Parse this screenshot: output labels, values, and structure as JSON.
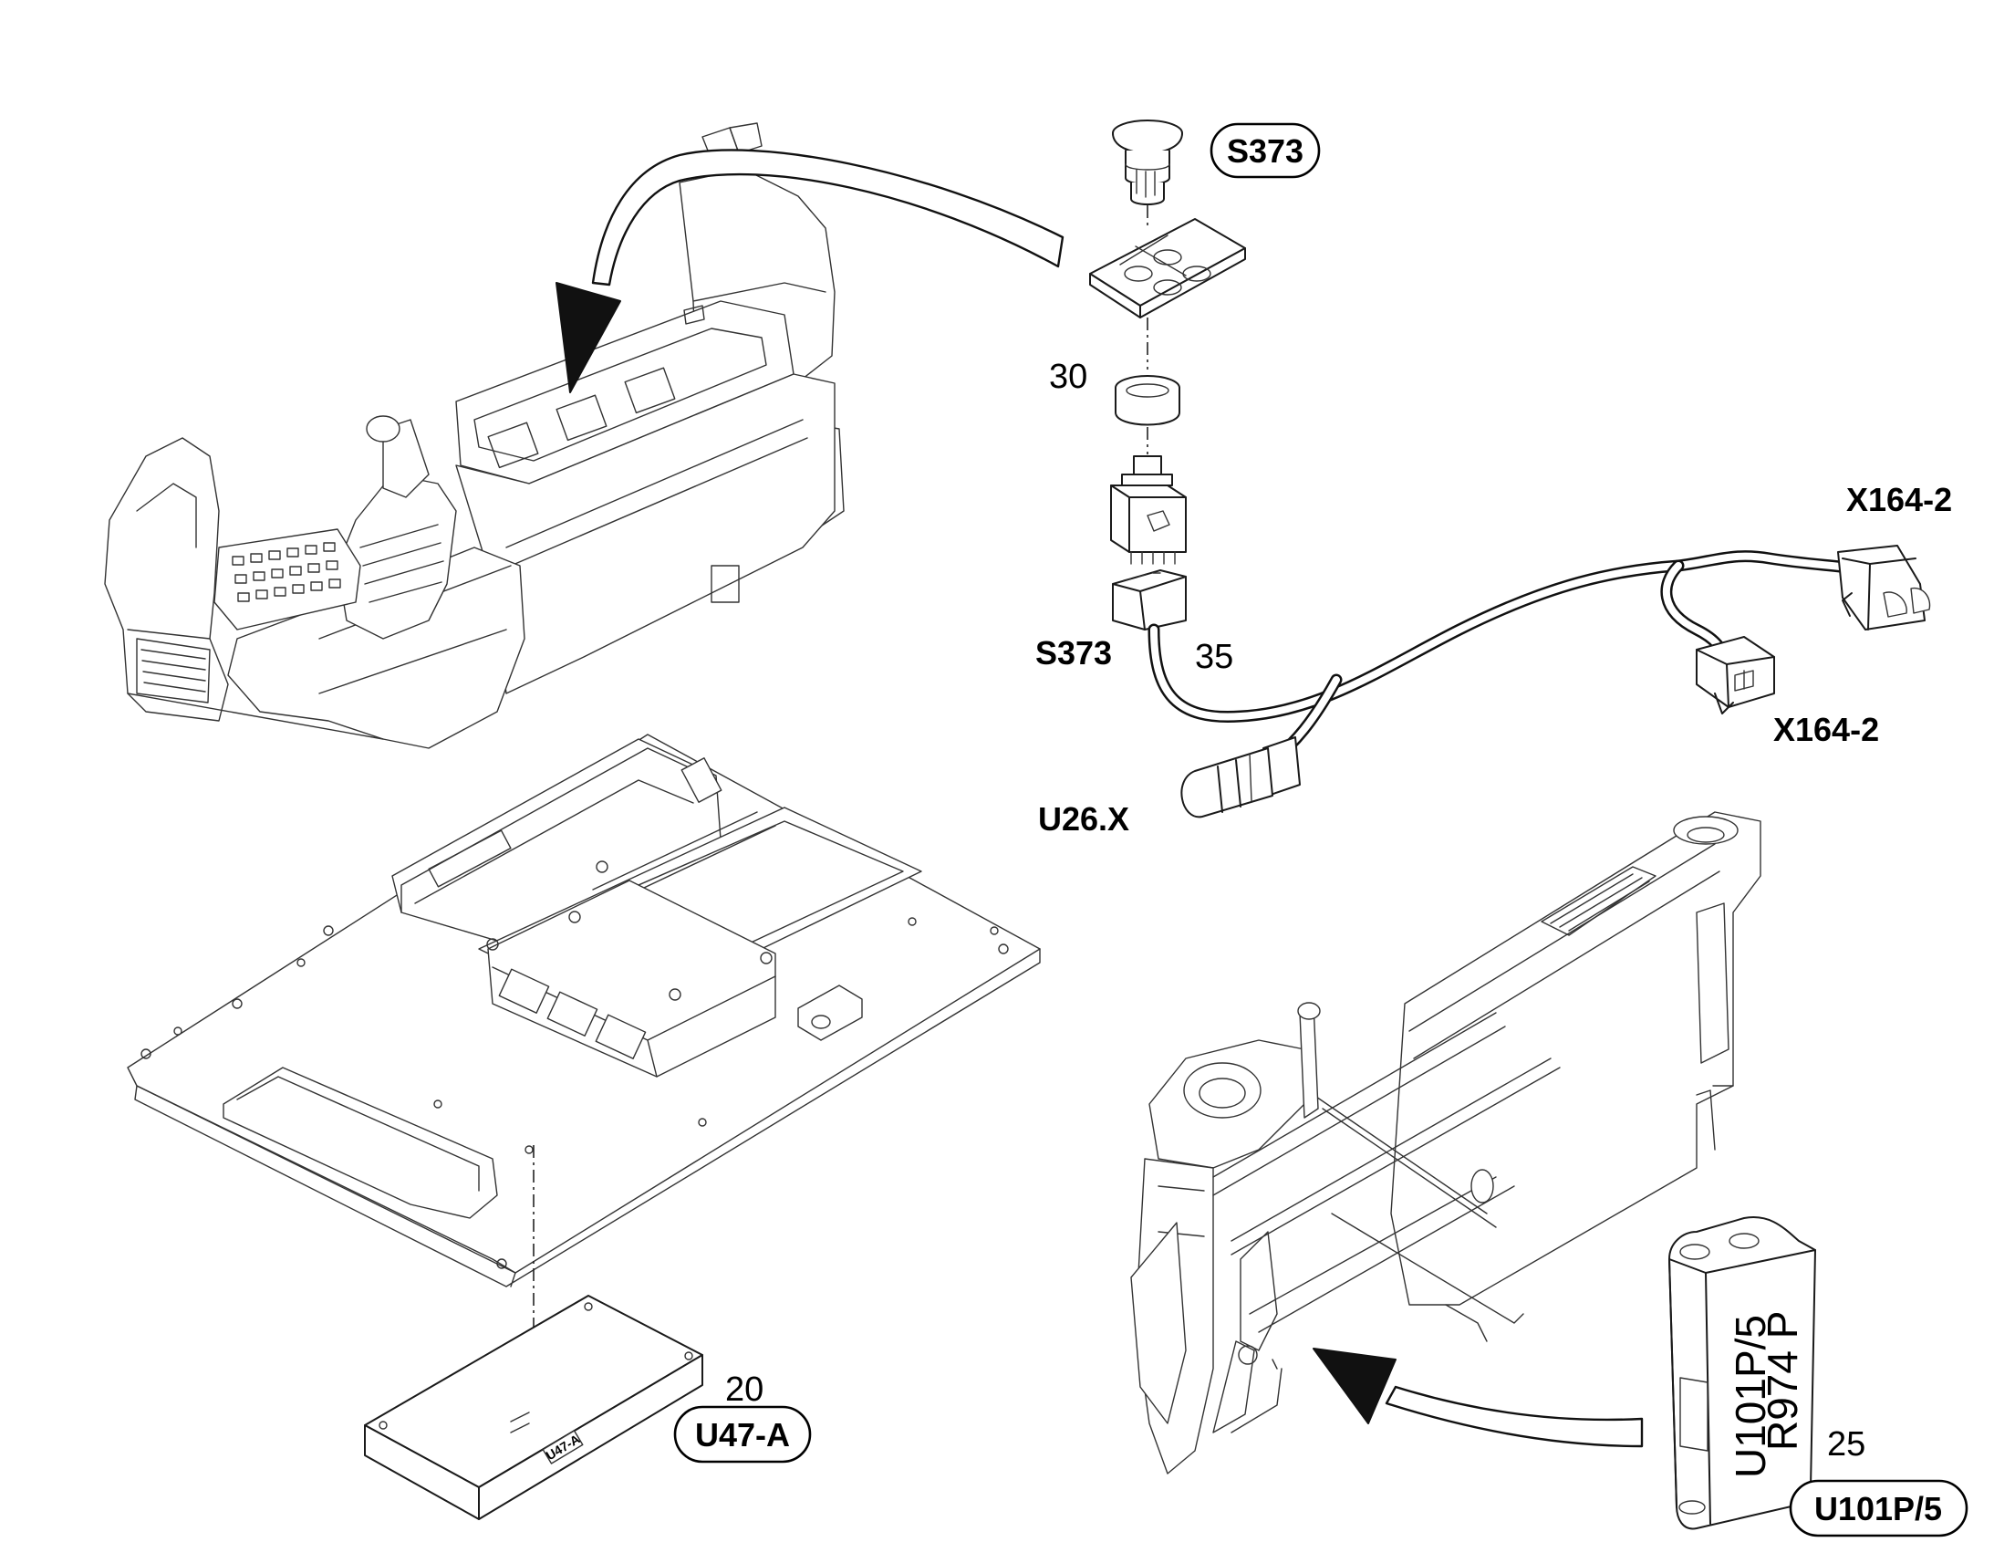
{
  "callouts": {
    "s373_top": "S373",
    "s373_bottom": "S373",
    "x164_top": "X164-2",
    "x164_bottom": "X164-2",
    "u26x": "U26.X",
    "u47a": "U47-A",
    "u101p5": "U101P/5"
  },
  "item_numbers": {
    "n20": "20",
    "n25": "25",
    "n30": "30",
    "n35": "35"
  },
  "part_markings": {
    "u47a_label": "U47-A",
    "u101_line1": "U101P/5",
    "u101_line2": "R974 P"
  }
}
